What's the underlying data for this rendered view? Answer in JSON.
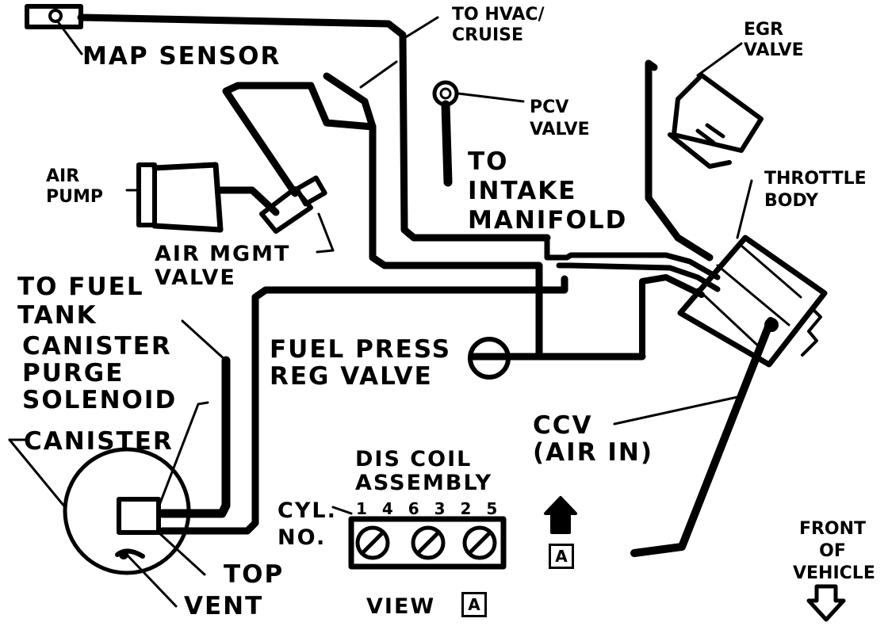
{
  "labels": {
    "map_sensor": "MAP SENSOR",
    "to_hvac_cruise": "TO HVAC/\nCRUISE",
    "egr_valve": "EGR\nVALVE",
    "pcv_valve": "PCV\nVALVE",
    "to_intake_manifold": "TO\nINTAKE\nMANIFOLD",
    "throttle_body": "THROTTLE\nBODY",
    "air_pump": "AIR\nPUMP",
    "air_mgmt_valve": "AIR MGMT\nVALVE",
    "to_fuel_tank": "TO FUEL\nTANK",
    "canister_purge_solenoid": "CANISTER\nPURGE\nSOLENOID",
    "canister": "CANISTER",
    "fuel_press_reg_valve": "FUEL PRESS\nREG VALVE",
    "ccv_air_in": "CCV\n(AIR IN)",
    "dis_coil_assembly": "DIS COIL\nASSEMBLY",
    "cyl_no": "CYL.\nNO.",
    "cylinder_numbers": "1 4 6 3 2 5",
    "top": "TOP",
    "vent": "VENT",
    "view": "VIEW",
    "view_letter": "A",
    "arrow_letter": "A",
    "front_of_vehicle": "FRONT\nOF\nVEHICLE"
  },
  "icons": {
    "front_arrow": "arrow-down-outline-icon",
    "view_arrow": "arrow-up-filled-icon"
  },
  "colors": {
    "ink": "#000000",
    "paper": "#ffffff"
  }
}
